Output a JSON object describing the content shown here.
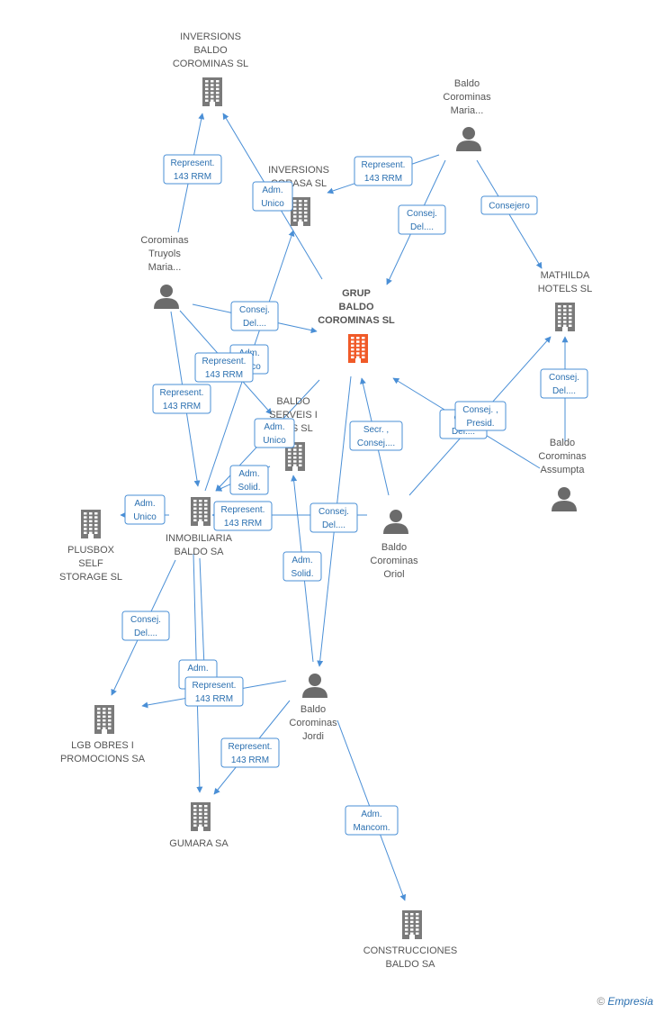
{
  "colors": {
    "edge": "#4a8fd6",
    "company": "#7a7a7a",
    "company_main": "#f05a28",
    "person": "#6b6b6b",
    "label_border": "#4a8fd6",
    "label_text": "#2a6fb0"
  },
  "nodes": [
    {
      "id": "inversions_baldo",
      "type": "company",
      "label": [
        "INVERSIONS",
        "BALDO",
        "COROMINAS SL"
      ]
    },
    {
      "id": "inversions_corasa",
      "type": "company",
      "label": [
        "INVERSIONS",
        "CORASA SL"
      ]
    },
    {
      "id": "baldo_maria",
      "type": "person",
      "label": [
        "Baldo",
        "Corominas",
        "Maria..."
      ]
    },
    {
      "id": "mathilda",
      "type": "company",
      "label": [
        "MATHILDA",
        "HOTELS SL"
      ]
    },
    {
      "id": "corominas_truyols",
      "type": "person",
      "label": [
        "Corominas",
        "Truyols",
        "Maria..."
      ]
    },
    {
      "id": "grup_baldo",
      "type": "company_main",
      "label": [
        "GRUP",
        "BALDO",
        "COROMINAS SL"
      ]
    },
    {
      "id": "baldo_serveis",
      "type": "company",
      "label": [
        "BALDO",
        "SERVEIS I",
        "... ES SL"
      ]
    },
    {
      "id": "baldo_assumpta",
      "type": "person",
      "label": [
        "Baldo",
        "Corominas",
        "Assumpta"
      ]
    },
    {
      "id": "plusbox",
      "type": "company",
      "label": [
        "PLUSBOX",
        "SELF",
        "STORAGE SL"
      ]
    },
    {
      "id": "inmobiliaria",
      "type": "company",
      "label": [
        "INMOBILIARIA",
        "BALDO SA"
      ]
    },
    {
      "id": "baldo_oriol",
      "type": "person",
      "label": [
        "Baldo",
        "Corominas",
        "Oriol"
      ]
    },
    {
      "id": "lgb_obres",
      "type": "company",
      "label": [
        "LGB OBRES I",
        "PROMOCIONS SA"
      ]
    },
    {
      "id": "baldo_jordi",
      "type": "person",
      "label": [
        "Baldo",
        "Corominas",
        "Jordi"
      ]
    },
    {
      "id": "gumara",
      "type": "company",
      "label": [
        "GUMARA SA"
      ]
    },
    {
      "id": "construccions",
      "type": "company",
      "label": [
        "CONSTRUCCIONES",
        "BALDO SA"
      ]
    }
  ],
  "edge_labels": [
    {
      "id": "e1",
      "lines": [
        "Represent.",
        "143 RRM"
      ]
    },
    {
      "id": "e2",
      "lines": [
        "Adm.",
        "Unico"
      ]
    },
    {
      "id": "e3",
      "lines": [
        "Represent.",
        "143 RRM"
      ]
    },
    {
      "id": "e4",
      "lines": [
        "Consej.",
        "Del...."
      ]
    },
    {
      "id": "e5",
      "lines": [
        "Consejero"
      ]
    },
    {
      "id": "e6",
      "lines": [
        "Consej.",
        "Del...."
      ]
    },
    {
      "id": "e7",
      "lines": [
        "Adm.",
        "Unico"
      ]
    },
    {
      "id": "e8",
      "lines": [
        "Represent.",
        "143 RRM"
      ]
    },
    {
      "id": "e9",
      "lines": [
        "Represent.",
        "143 RRM"
      ]
    },
    {
      "id": "e10",
      "lines": [
        "Adm.",
        "Unico"
      ]
    },
    {
      "id": "e11",
      "lines": [
        "Secr. ,",
        "Consej...."
      ]
    },
    {
      "id": "e12",
      "lines": [
        "Co...",
        "Del...."
      ]
    },
    {
      "id": "e13",
      "lines": [
        "Consej. ,",
        "Presid."
      ]
    },
    {
      "id": "e14",
      "lines": [
        "Consej.",
        "Del...."
      ]
    },
    {
      "id": "e15",
      "lines": [
        "Adm.",
        "Solid."
      ]
    },
    {
      "id": "e16",
      "lines": [
        "Adm.",
        "Unico"
      ]
    },
    {
      "id": "e17",
      "lines": [
        "Represent.",
        "143 RRM"
      ]
    },
    {
      "id": "e18",
      "lines": [
        "Consej.",
        "Del...."
      ]
    },
    {
      "id": "e19",
      "lines": [
        "Adm.",
        "Solid."
      ]
    },
    {
      "id": "e20",
      "lines": [
        "Consej.",
        "Del...."
      ]
    },
    {
      "id": "e21",
      "lines": [
        "Adm.",
        "Solid."
      ]
    },
    {
      "id": "e22",
      "lines": [
        "Represent.",
        "143 RRM"
      ]
    },
    {
      "id": "e23",
      "lines": [
        "Represent.",
        "143 RRM"
      ]
    },
    {
      "id": "e24",
      "lines": [
        "Adm.",
        "Mancom."
      ]
    }
  ],
  "footer": {
    "copyright": "©",
    "brand": "Empresia"
  }
}
